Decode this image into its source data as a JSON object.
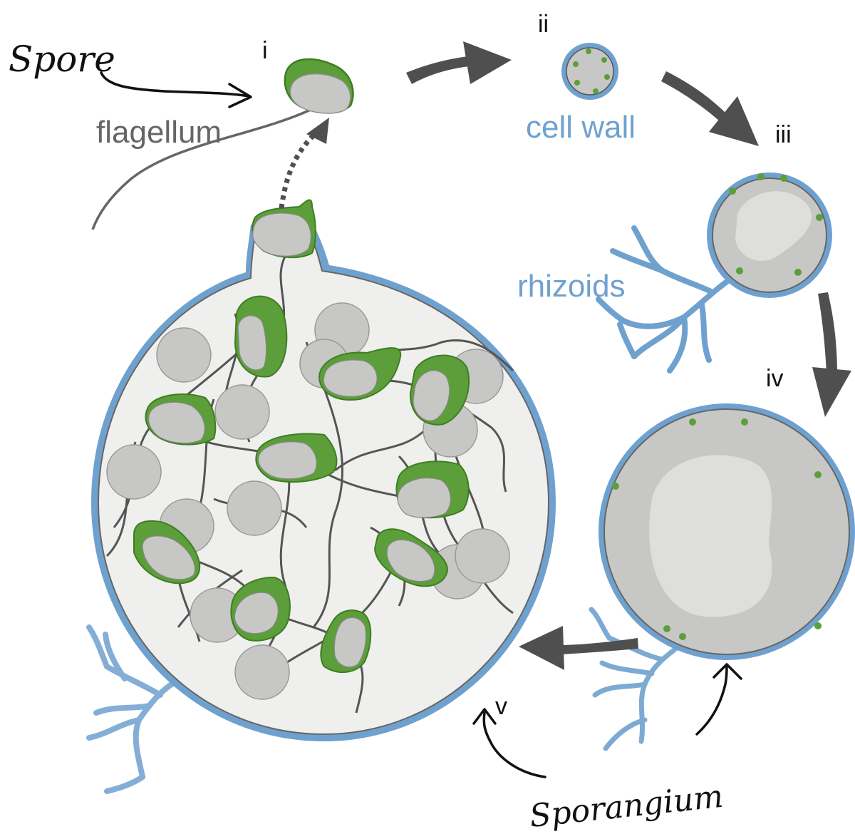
{
  "labels": {
    "stage_i": "i",
    "stage_ii": "ii",
    "stage_iii": "iii",
    "stage_iv": "iv",
    "stage_v": "v",
    "flagellum": "flagellum",
    "cell_wall": "cell wall",
    "rhizoids": "rhizoids"
  },
  "handwritten": {
    "spore": "Spore",
    "sporangium": "Sporangium"
  },
  "colors": {
    "wall_blue": "#6fa1cf",
    "chloro_green": "#5c9e3a",
    "chloro_dark": "#3f7d22",
    "cell_gray": "#c7c7c5",
    "cell_stroke": "#8f8f8f",
    "vacuole": "#dedfdc",
    "sac_fill": "#efefed",
    "arrow_gray": "#4f4f4f",
    "flagellum_gray": "#666666",
    "ink": "#111111"
  }
}
